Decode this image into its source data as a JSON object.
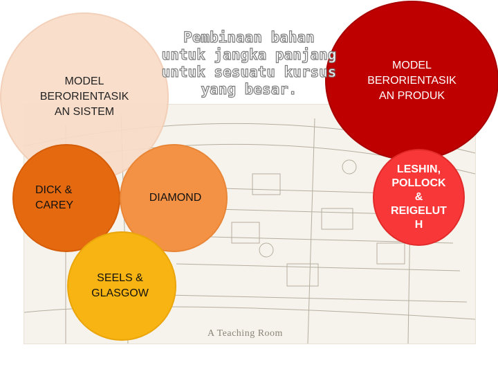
{
  "title": "Pembinaan bahan\nuntuk jangka panjang\nuntuk sesuatu kursus\nyang besar.",
  "background_caption": "A Teaching Room",
  "nodes": {
    "model_sistem": {
      "label": "MODEL\nBERORIENTASIK\nAN SISTEM",
      "color": "#f9dcc8"
    },
    "model_produk": {
      "label": "MODEL\nBERORIENTASIK\nAN PRODUK",
      "color": "#bf0000"
    },
    "dick_carey": {
      "label": "DICK &\nCAREY",
      "color": "#e5690f"
    },
    "diamond": {
      "label": "DIAMOND",
      "color": "#f39244"
    },
    "seels_glasgow": {
      "label": "SEELS &\nGLASGOW",
      "color": "#f8b412"
    },
    "leshin": {
      "label": "LESHIN,\nPOLLOCK\n&\nREIGELUT\nH",
      "color": "#f83838"
    }
  }
}
